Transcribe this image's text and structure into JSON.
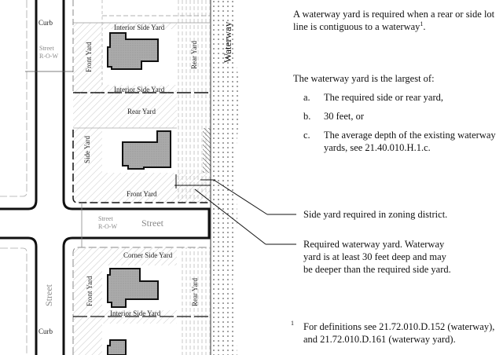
{
  "diagram": {
    "labels": {
      "curb": "Curb",
      "street_row_1": "Street",
      "street_row_2": "R-O-W",
      "waterway": "Waterway",
      "interior_side_yard": "Interior Side Yard",
      "front_yard": "Front Yard",
      "rear_yard": "Rear Yard",
      "side_yard": "Side Yard",
      "corner_side_yard": "Corner Side Yard",
      "street": "Street"
    }
  },
  "text": {
    "intro": "A waterway yard is required when a rear or side lot line is contiguous to a waterway",
    "intro_sup": "1",
    "intro_end": ".",
    "largest": "The waterway yard is the largest of:",
    "items": [
      {
        "marker": "a.",
        "text": "The required side or rear yard,"
      },
      {
        "marker": "b.",
        "text": "30 feet, or"
      },
      {
        "marker": "c.",
        "text": "The average depth of the existing waterway yards, see 21.40.010.H.1.c."
      }
    ],
    "callout_side": "Side yard required in zoning district.",
    "callout_waterway": "Required waterway yard. Waterway yard is at least 30 feet deep and may be deeper than the required side yard.",
    "footnote_marker": "1",
    "footnote": "For definitions see 21.72.010.D.152 (waterway), and 21.72.010.D.161 (waterway yard)."
  }
}
